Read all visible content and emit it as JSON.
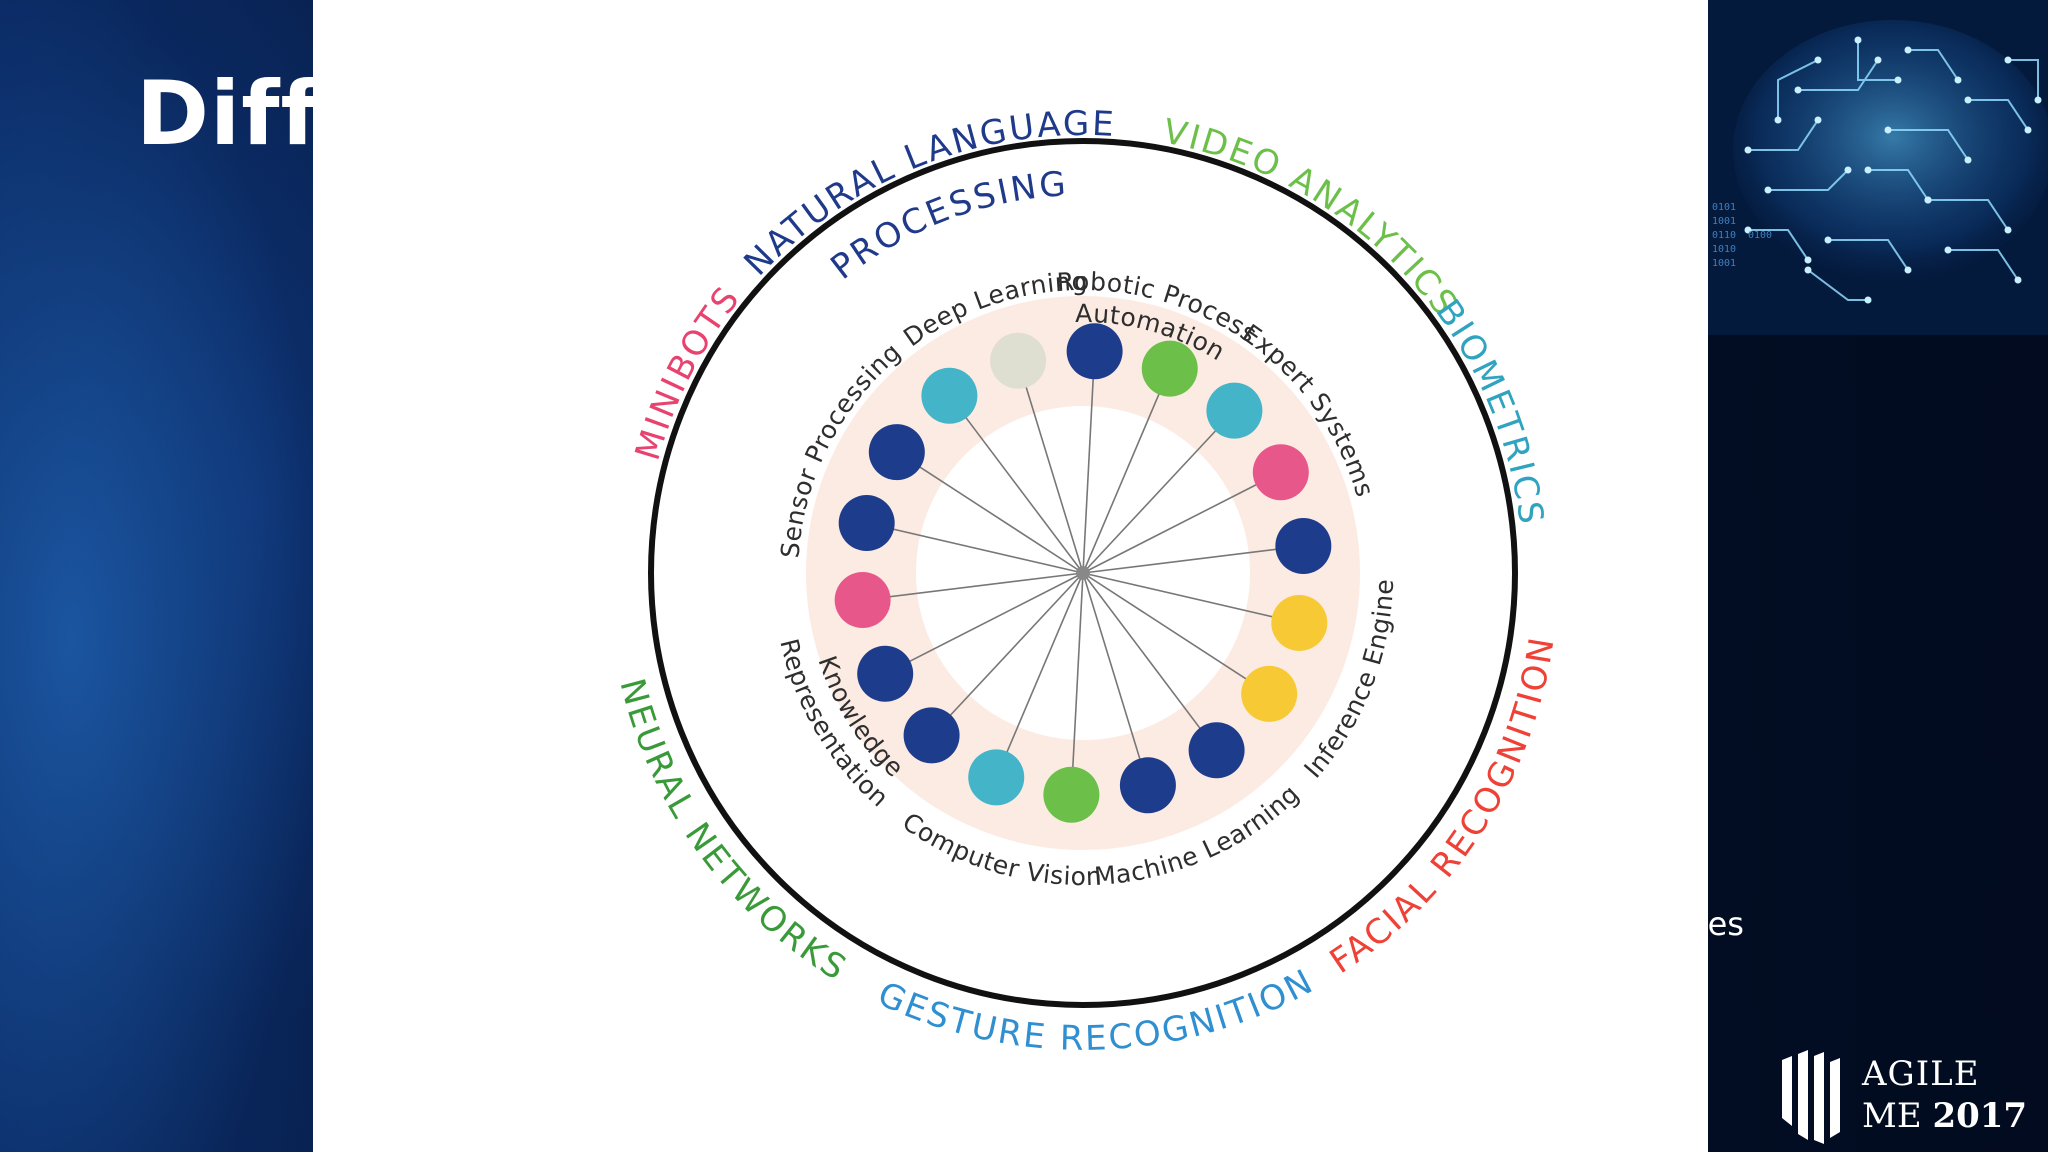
{
  "slide": {
    "title_partial": "Diff",
    "bullet_fragment": "ces"
  },
  "logo": {
    "line1": "AGILE",
    "line2_word": "ME",
    "line2_year": "2017"
  },
  "diagram": {
    "outer_labels": [
      {
        "id": "nlp1",
        "text": "NATURAL LANGUAGE",
        "color": "#1f3a8a"
      },
      {
        "id": "nlp2",
        "text": "PROCESSING",
        "color": "#1f3a8a"
      },
      {
        "id": "video",
        "text": "VIDEO ANALYTICS",
        "color": "#6cc04a"
      },
      {
        "id": "bio",
        "text": "BIOMETRICS",
        "color": "#2fa3bf"
      },
      {
        "id": "facial",
        "text": "FACIAL RECOGNITION",
        "color": "#ef4136"
      },
      {
        "id": "gesture",
        "text": "GESTURE RECOGNITION",
        "color": "#2f8fd0"
      },
      {
        "id": "neural",
        "text": "NEURAL NETWORKS",
        "color": "#3a9a3a"
      },
      {
        "id": "minibots",
        "text": "MINIBOTS",
        "color": "#e8426f"
      }
    ],
    "inner_labels": [
      {
        "id": "deep",
        "text": "Deep Learning"
      },
      {
        "id": "rpa1",
        "text": "Robotic Process"
      },
      {
        "id": "rpa2",
        "text": "Automation"
      },
      {
        "id": "expert",
        "text": "Expert Systems"
      },
      {
        "id": "inference",
        "text": "Inference Engines"
      },
      {
        "id": "ml",
        "text": "Machine Learning"
      },
      {
        "id": "cv",
        "text": "Computer Vision"
      },
      {
        "id": "kr1",
        "text": "Knowledge"
      },
      {
        "id": "kr2",
        "text": "Representation"
      },
      {
        "id": "sensor",
        "text": "Sensor Processing"
      }
    ],
    "nodes": [
      {
        "color": "#1e3c8c"
      },
      {
        "color": "#6cc04a"
      },
      {
        "color": "#44b4c8"
      },
      {
        "color": "#e8578a"
      },
      {
        "color": "#1e3c8c"
      },
      {
        "color": "#f6c935"
      },
      {
        "color": "#f6c935"
      },
      {
        "color": "#1e3c8c"
      },
      {
        "color": "#1e3c8c"
      },
      {
        "color": "#6cc04a"
      },
      {
        "color": "#44b4c8"
      },
      {
        "color": "#1e3c8c"
      },
      {
        "color": "#1e3c8c"
      },
      {
        "color": "#e8578a"
      },
      {
        "color": "#1e3c8c"
      },
      {
        "color": "#1e3c8c"
      },
      {
        "color": "#44b4c8"
      },
      {
        "color": "#dedfd0"
      }
    ]
  }
}
